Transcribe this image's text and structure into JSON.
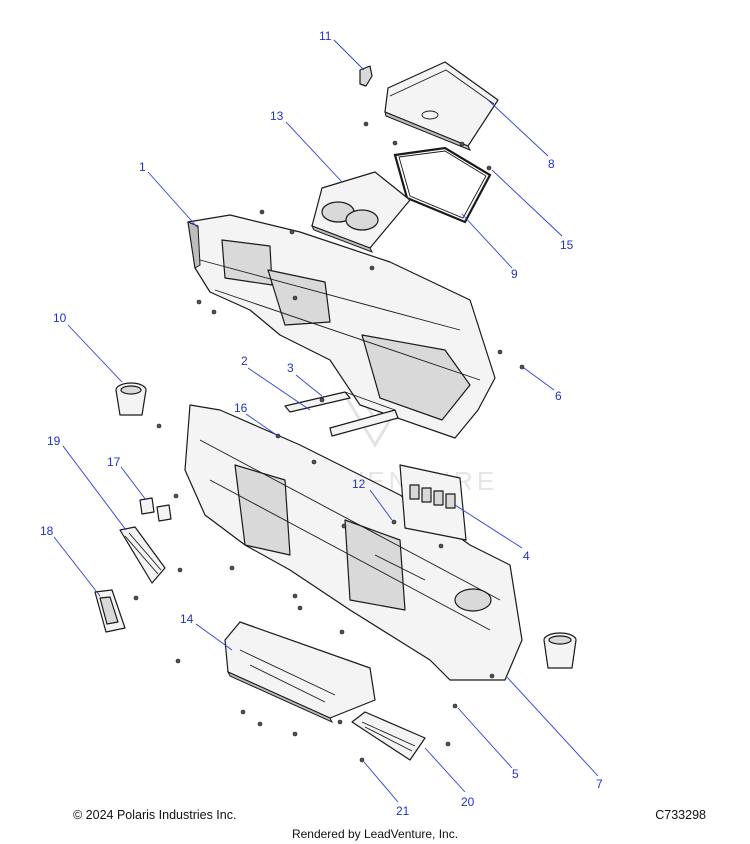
{
  "footer": {
    "copyright": "© 2024 Polaris Industries Inc.",
    "diagram_code": "C733298",
    "rendered_by": "Rendered by LeadVenture, Inc."
  },
  "watermark": {
    "text": "LEADVENTURE"
  },
  "callouts": [
    {
      "label": "1"
    },
    {
      "label": "2"
    },
    {
      "label": "3"
    },
    {
      "label": "4"
    },
    {
      "label": "5"
    },
    {
      "label": "6"
    },
    {
      "label": "7"
    },
    {
      "label": "8"
    },
    {
      "label": "9"
    },
    {
      "label": "10"
    },
    {
      "label": "11"
    },
    {
      "label": "12"
    },
    {
      "label": "13"
    },
    {
      "label": "14"
    },
    {
      "label": "15"
    },
    {
      "label": "16"
    },
    {
      "label": "17"
    },
    {
      "label": "18"
    },
    {
      "label": "19"
    },
    {
      "label": "20"
    },
    {
      "label": "21"
    }
  ],
  "colors": {
    "callout": "#1f33c9",
    "leader": "#2b3fd6",
    "outline": "#1a1a1a"
  }
}
